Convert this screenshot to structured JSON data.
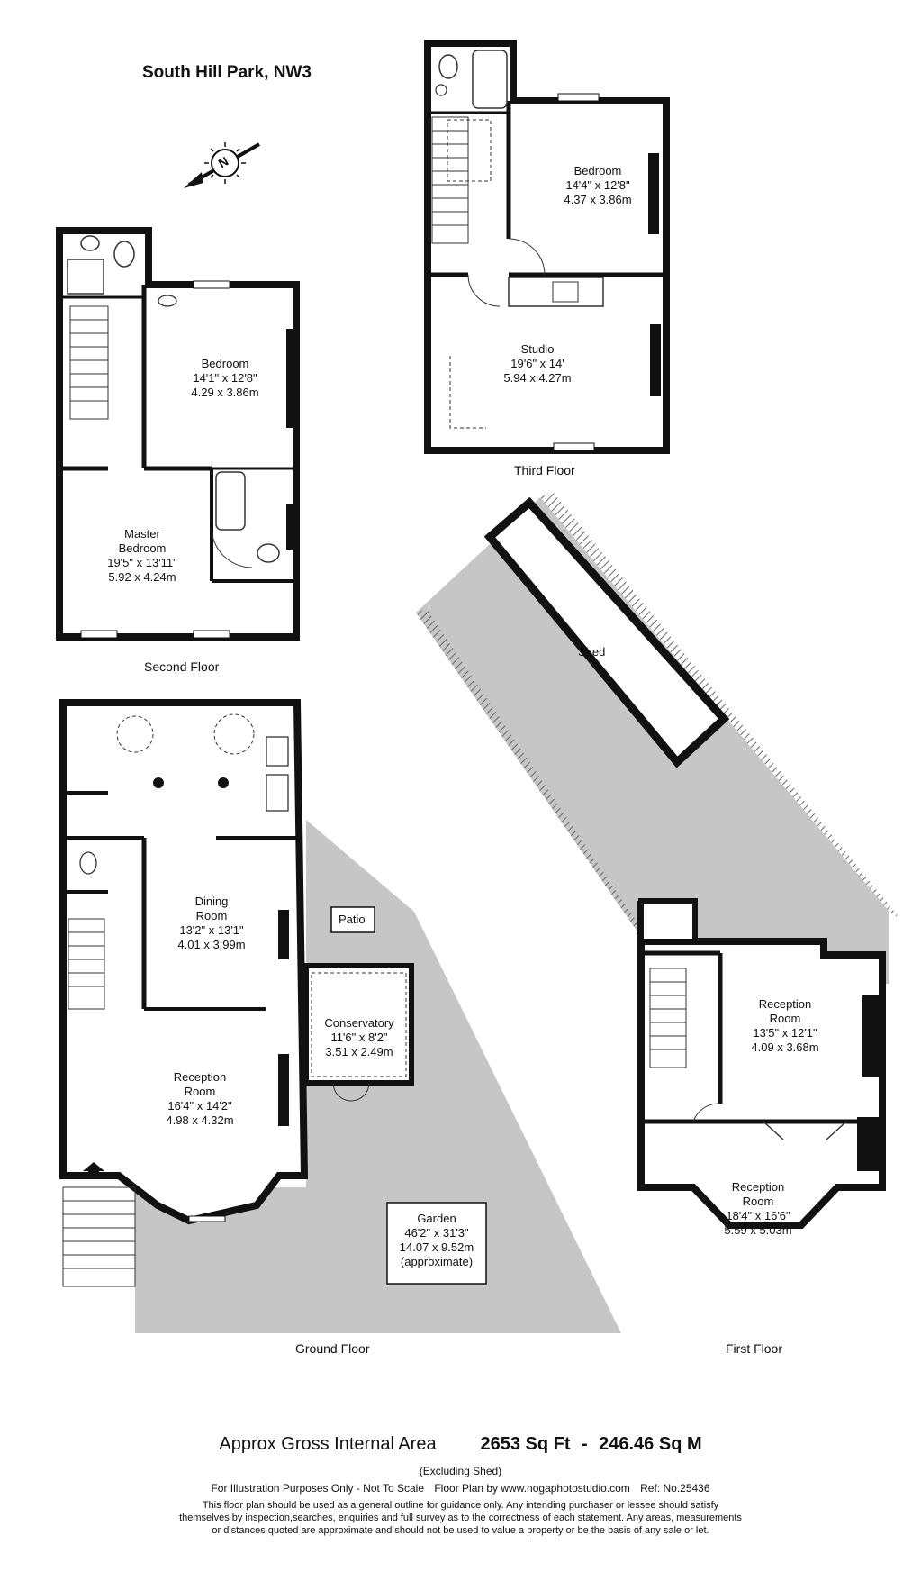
{
  "header": {
    "title": "South Hill Park, NW3",
    "compass_letter": "N"
  },
  "floors": {
    "third": "Third Floor",
    "second": "Second Floor",
    "ground": "Ground Floor",
    "first": "First Floor"
  },
  "rooms": {
    "third_bedroom": {
      "name": "Bedroom",
      "imperial": "14'4\" x 12'8\"",
      "metric": "4.37 x 3.86m"
    },
    "studio": {
      "name": "Studio",
      "imperial": "19'6\" x 14'",
      "metric": "5.94 x 4.27m"
    },
    "second_bedroom": {
      "name": "Bedroom",
      "imperial": "14'1\" x 12'8\"",
      "metric": "4.29 x 3.86m"
    },
    "master_bedroom": {
      "name_line1": "Master",
      "name_line2": "Bedroom",
      "imperial": "19'5\" x 13'11\"",
      "metric": "5.92 x 4.24m"
    },
    "shed": {
      "name": "Shed"
    },
    "dining": {
      "name_line1": "Dining",
      "name_line2": "Room",
      "imperial": "13'2\" x 13'1\"",
      "metric": "4.01 x 3.99m"
    },
    "patio": {
      "name": "Patio"
    },
    "conservatory": {
      "name": "Conservatory",
      "imperial": "11'6\" x 8'2\"",
      "metric": "3.51 x 2.49m"
    },
    "ground_reception": {
      "name_line1": "Reception",
      "name_line2": "Room",
      "imperial": "16'4\" x 14'2\"",
      "metric": "4.98 x 4.32m"
    },
    "garden": {
      "name": "Garden",
      "imperial": "46'2\" x 31'3\"",
      "metric": "14.07 x 9.52m",
      "note": "(approximate)"
    },
    "first_reception_rear": {
      "name_line1": "Reception",
      "name_line2": "Room",
      "imperial": "13'5\" x 12'1\"",
      "metric": "4.09 x 3.68m"
    },
    "first_reception_front": {
      "name_line1": "Reception",
      "name_line2": "Room",
      "imperial": "18'4\" x 16'6\"",
      "metric": "5.59 x 5.03m"
    }
  },
  "footer": {
    "area_label": "Approx Gross Internal Area",
    "area_sqft": "2653 Sq Ft",
    "separator": "-",
    "area_sqm": "246.46 Sq M",
    "excluding": "(Excluding Shed)",
    "illustration": "For Illustration Purposes Only - Not To Scale",
    "credit": "Floor Plan by www.nogaphotostudio.com",
    "ref": "Ref: No.25436",
    "disclaimer_1": "This floor plan should be used as a general outline for guidance only. Any intending purchaser or lessee should satisfy",
    "disclaimer_2": "themselves by inspection,searches, enquiries and full survey as to the correctness of each statement. Any areas, measurements",
    "disclaimer_3": "or distances quoted are approximate and should not be used to value a property or be the basis of any sale or let."
  },
  "colors": {
    "wall": "#111111",
    "outdoor": "#c6c6c6",
    "fixture_stroke": "#333333"
  }
}
